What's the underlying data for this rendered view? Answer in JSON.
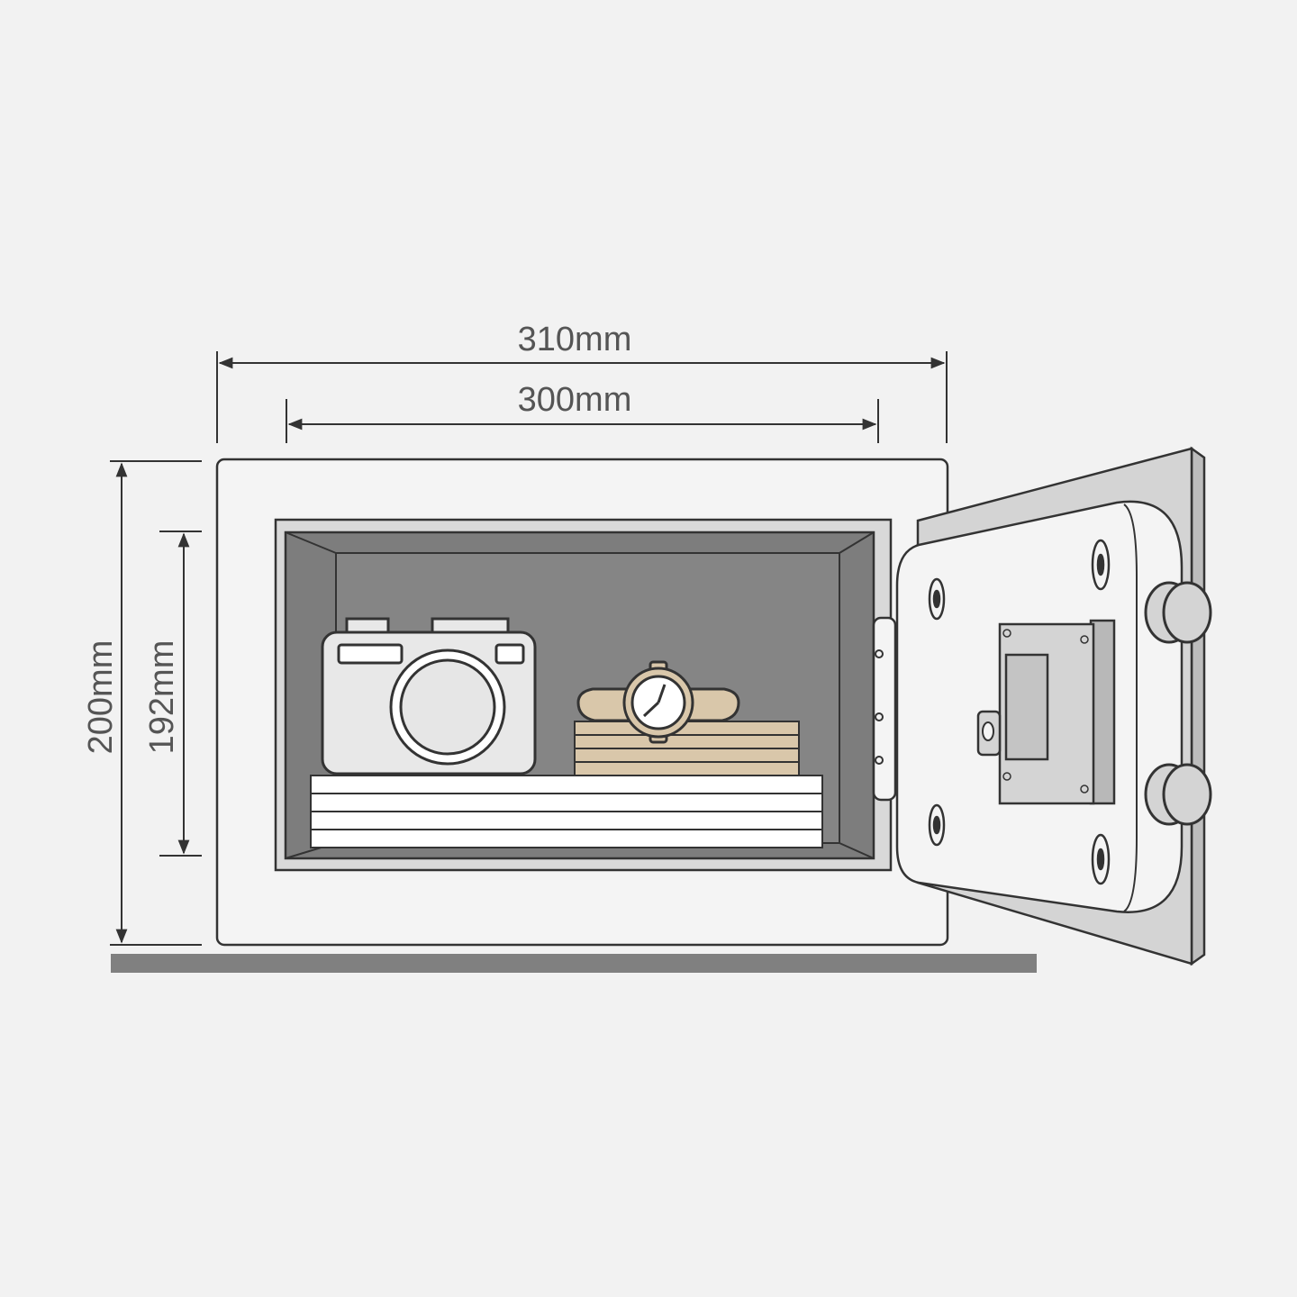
{
  "dimensions": {
    "outer_width": "310mm",
    "inner_width": "300mm",
    "outer_height": "200mm",
    "inner_height": "192mm"
  },
  "colors": {
    "background": "#f2f2f2",
    "outline": "#333333",
    "body_fill": "#f4f4f4",
    "interior_fill": "#7d7d7d",
    "interior_back": "#858585",
    "door_fill": "#d4d4d4",
    "camera_fill": "#e8e8e8",
    "watch_fill": "#d9c7aa",
    "floor": "#808080"
  },
  "icons": [
    "camera-icon",
    "watch-icon",
    "keypad-icon",
    "key-lock-icon",
    "hinge-icon",
    "bolt-icon"
  ]
}
